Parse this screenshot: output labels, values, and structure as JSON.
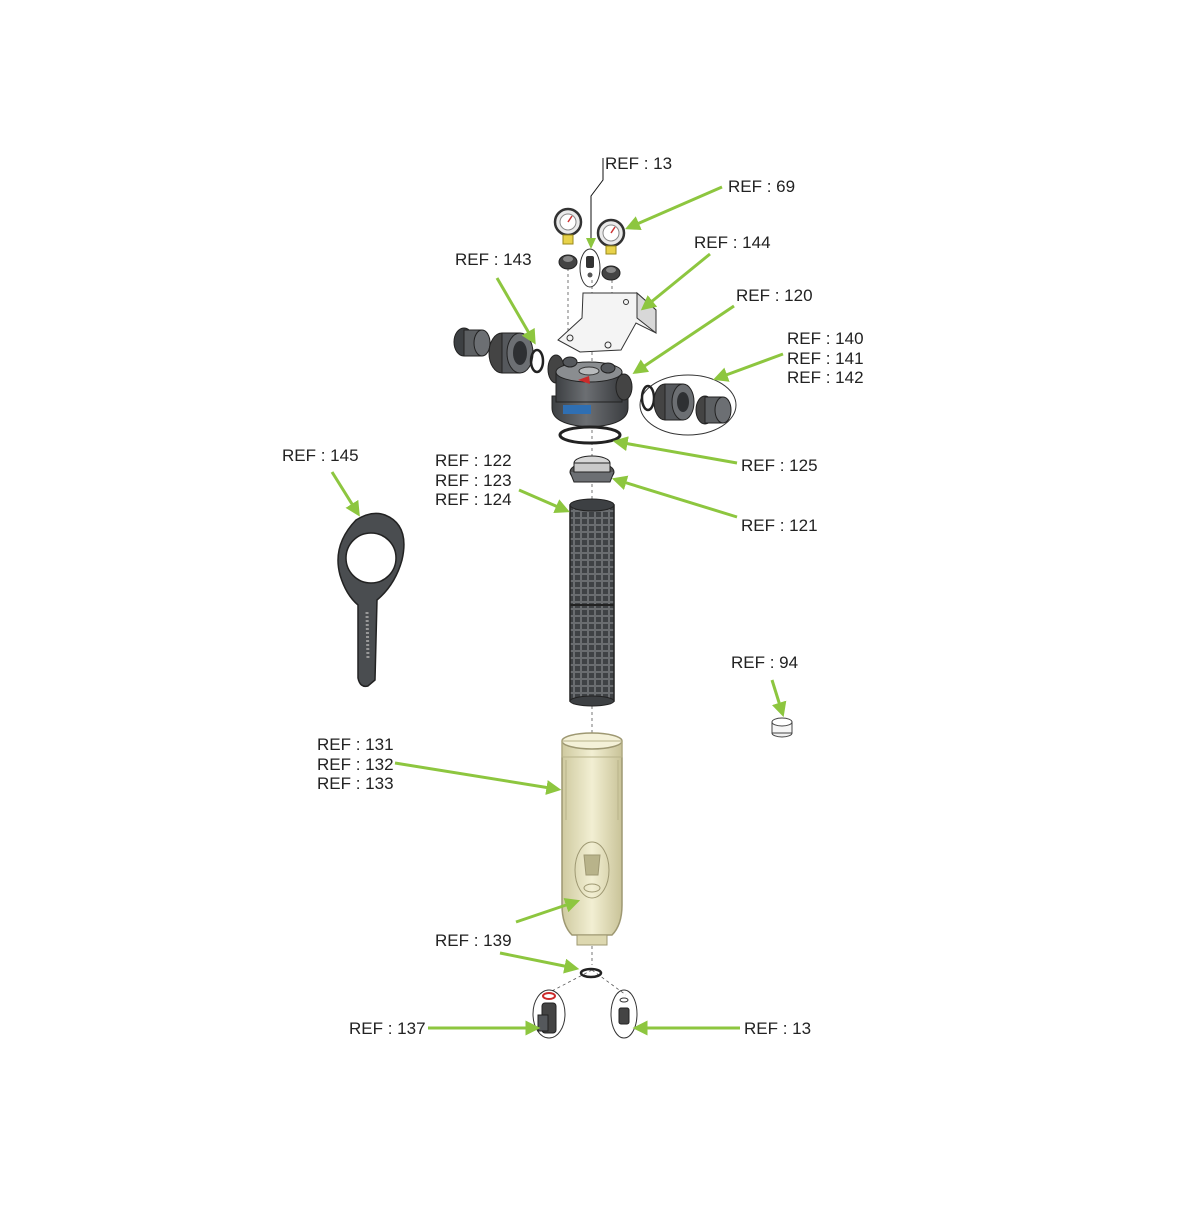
{
  "colors": {
    "arrow": "#8dc63f",
    "line": "#111111",
    "body": "#55585c",
    "body_dark": "#3a3c3f",
    "screen": "#5a5d61",
    "bowl": "#e8e4bd",
    "bowl_edge": "#b8b38a",
    "brass": "#e8d24a",
    "label_tag": "#2f6fb3",
    "red_marker": "#cc2a2a"
  },
  "callouts": {
    "ref13_top": "REF : 13",
    "ref69": "REF : 69",
    "ref144": "REF : 144",
    "ref143": "REF : 143",
    "ref120": "REF : 120",
    "ref140_142": [
      "REF : 140",
      "REF : 141",
      "REF : 142"
    ],
    "ref145": "REF : 145",
    "ref125": "REF : 125",
    "ref122_124": [
      "REF : 122",
      "REF : 123",
      "REF : 124"
    ],
    "ref121": "REF : 121",
    "ref94": "REF : 94",
    "ref131_133": [
      "REF : 131",
      "REF : 132",
      "REF : 133"
    ],
    "ref139": "REF : 139",
    "ref137": "REF : 137",
    "ref13_bottom": "REF : 13"
  }
}
